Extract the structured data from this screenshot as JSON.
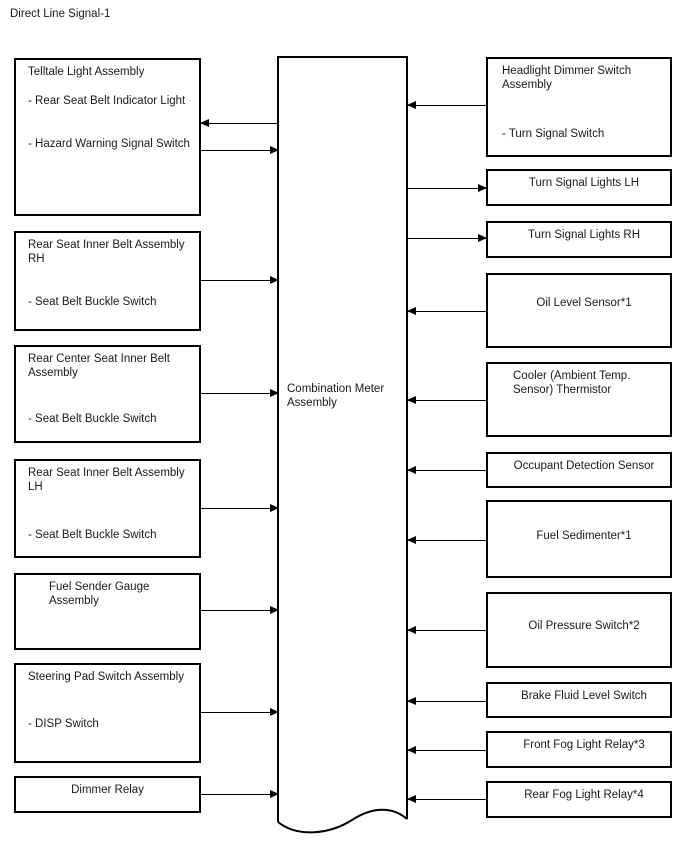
{
  "title": "Direct Line Signal-1",
  "center_node": {
    "label_line1": "Combination Meter",
    "label_line2": "Assembly",
    "label": "Combination Meter Assembly"
  },
  "left_nodes": [
    {
      "title": "Telltale Light Assembly",
      "items": [
        "- Rear Seat Belt Indicator Light",
        "- Hazard Warning Signal Switch"
      ]
    },
    {
      "title": "Rear Seat Inner Belt Assembly RH",
      "items": [
        "- Seat Belt Buckle Switch"
      ]
    },
    {
      "title": "Rear Center Seat Inner Belt Assembly",
      "items": [
        "- Seat Belt Buckle Switch"
      ]
    },
    {
      "title": "Rear Seat Inner Belt Assembly LH",
      "items": [
        "- Seat Belt Buckle Switch"
      ]
    },
    {
      "title": "Fuel Sender Gauge Assembly",
      "items": []
    },
    {
      "title": "Steering Pad Switch Assembly",
      "items": [
        "- DISP Switch"
      ]
    },
    {
      "title": "Dimmer Relay",
      "items": []
    }
  ],
  "right_nodes": [
    {
      "title": "Headlight Dimmer Switch Assembly",
      "items": [
        "- Turn Signal Switch"
      ]
    },
    {
      "title": "Turn Signal Lights LH",
      "items": []
    },
    {
      "title": "Turn Signal Lights RH",
      "items": []
    },
    {
      "title": "Oil Level Sensor*1",
      "items": []
    },
    {
      "title": "Cooler (Ambient Temp. Sensor) Thermistor",
      "items": []
    },
    {
      "title": "Occupant Detection Sensor",
      "items": []
    },
    {
      "title": "Fuel Sedimenter*1",
      "items": []
    },
    {
      "title": "Oil Pressure Switch*2",
      "items": []
    },
    {
      "title": "Brake Fluid Level Switch",
      "items": []
    },
    {
      "title": "Front Fog Light Relay*3",
      "items": []
    },
    {
      "title": "Rear Fog Light Relay*4",
      "items": []
    }
  ],
  "connections": [
    {
      "from": "Combination Meter Assembly",
      "to": "Telltale Light Assembly"
    },
    {
      "from": "Telltale Light Assembly",
      "to": "Combination Meter Assembly"
    },
    {
      "from": "Rear Seat Inner Belt Assembly RH",
      "to": "Combination Meter Assembly"
    },
    {
      "from": "Rear Center Seat Inner Belt Assembly",
      "to": "Combination Meter Assembly"
    },
    {
      "from": "Rear Seat Inner Belt Assembly LH",
      "to": "Combination Meter Assembly"
    },
    {
      "from": "Fuel Sender Gauge Assembly",
      "to": "Combination Meter Assembly"
    },
    {
      "from": "Steering Pad Switch Assembly",
      "to": "Combination Meter Assembly"
    },
    {
      "from": "Dimmer Relay",
      "to": "Combination Meter Assembly"
    },
    {
      "from": "Headlight Dimmer Switch Assembly",
      "to": "Combination Meter Assembly"
    },
    {
      "from": "Combination Meter Assembly",
      "to": "Turn Signal Lights LH"
    },
    {
      "from": "Combination Meter Assembly",
      "to": "Turn Signal Lights RH"
    },
    {
      "from": "Oil Level Sensor*1",
      "to": "Combination Meter Assembly"
    },
    {
      "from": "Cooler (Ambient Temp. Sensor) Thermistor",
      "to": "Combination Meter Assembly"
    },
    {
      "from": "Occupant Detection Sensor",
      "to": "Combination Meter Assembly"
    },
    {
      "from": "Fuel Sedimenter*1",
      "to": "Combination Meter Assembly"
    },
    {
      "from": "Oil Pressure Switch*2",
      "to": "Combination Meter Assembly"
    },
    {
      "from": "Brake Fluid Level Switch",
      "to": "Combination Meter Assembly"
    },
    {
      "from": "Front Fog Light Relay*3",
      "to": "Combination Meter Assembly"
    },
    {
      "from": "Rear Fog Light Relay*4",
      "to": "Combination Meter Assembly"
    }
  ],
  "colors": {
    "line": "#000000",
    "text": "#1a1a1a",
    "background": "#ffffff"
  }
}
